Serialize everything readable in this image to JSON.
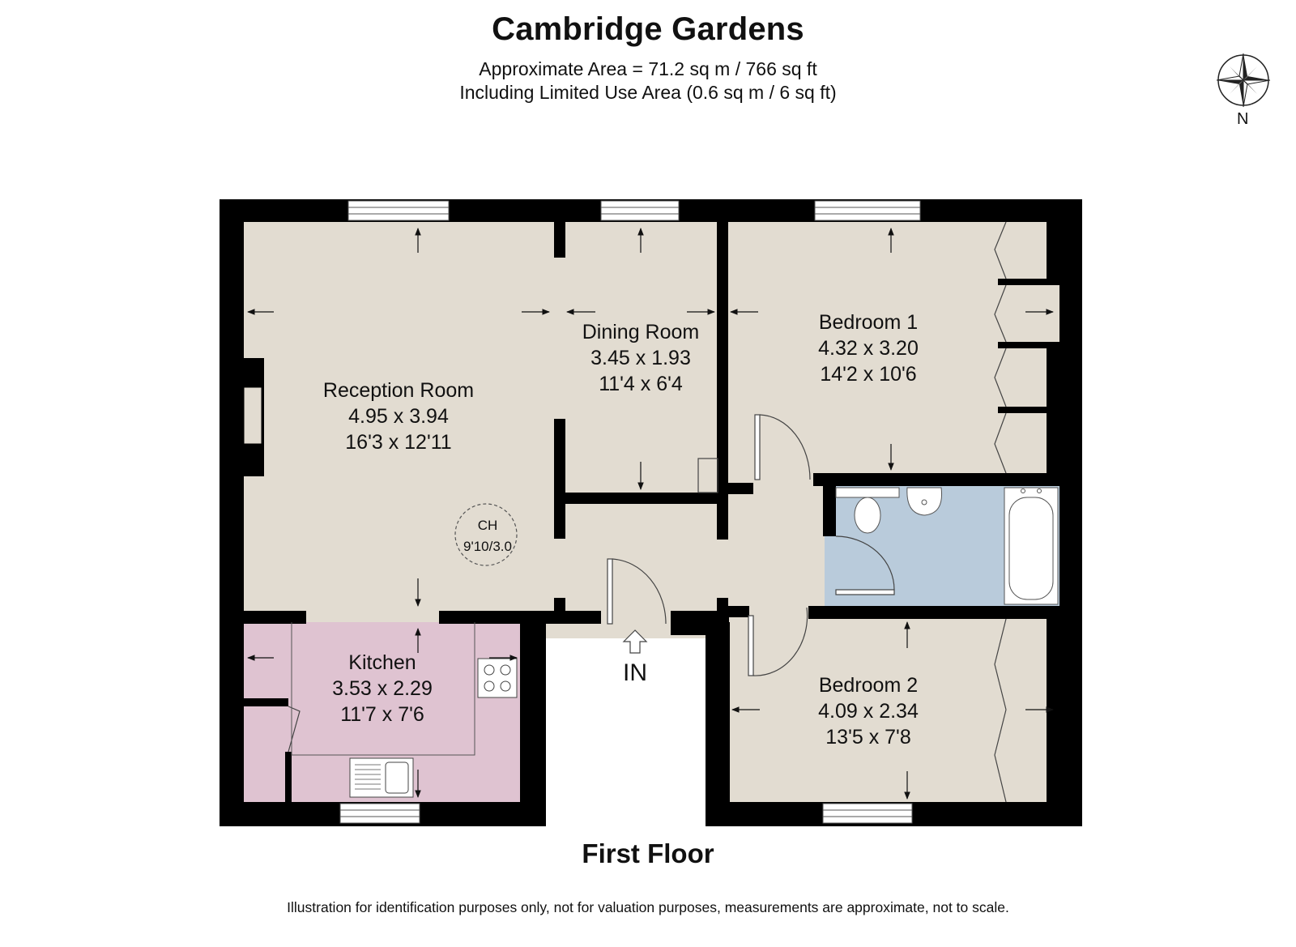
{
  "header": {
    "title": "Cambridge Gardens",
    "area_line": "Approximate Area = 71.2 sq m / 766 sq ft",
    "limited_use_line": "Including Limited Use Area (0.6 sq m / 6 sq ft)"
  },
  "compass": {
    "label": "N",
    "icon": "compass-rose-icon"
  },
  "rooms": {
    "reception": {
      "name": "Reception Room",
      "metric": "4.95 x 3.94",
      "imperial": "16'3 x 12'11"
    },
    "dining": {
      "name": "Dining Room",
      "metric": "3.45 x 1.93",
      "imperial": "11'4 x 6'4"
    },
    "bedroom1": {
      "name": "Bedroom 1",
      "metric": "4.32 x 3.20",
      "imperial": "14'2 x 10'6"
    },
    "kitchen": {
      "name": "Kitchen",
      "metric": "3.53 x 2.29",
      "imperial": "11'7 x 7'6"
    },
    "bedroom2": {
      "name": "Bedroom 2",
      "metric": "4.09 x 2.34",
      "imperial": "13'5 x 7'8"
    }
  },
  "ceiling_height": {
    "label": "CH",
    "value": "9'10/3.0"
  },
  "entrance": {
    "label": "IN"
  },
  "floor": {
    "label": "First Floor"
  },
  "footer": {
    "disclaimer": "Illustration for identification purposes only, not for valuation purposes, measurements are approximate, not to scale."
  },
  "colors": {
    "wall": "#000000",
    "floor_beige": "#e2dcd1",
    "kitchen_pink": "#dfc3d1",
    "bathroom_blue": "#b9cbdb"
  }
}
